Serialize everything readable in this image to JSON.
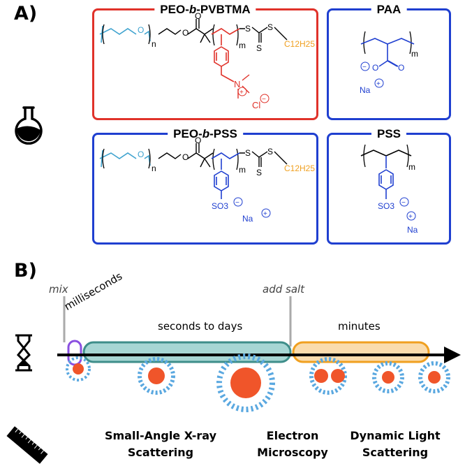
{
  "panel_a_label": "A)",
  "panel_b_label": "B)",
  "boxes": {
    "peo_pvbtma": {
      "title_parts": [
        "PEO-",
        "b",
        "-PVBTMA"
      ],
      "labels": {
        "o": "O",
        "n": "n",
        "m": "m",
        "s": "S",
        "c12h25": "C12H25",
        "n_plus": "N",
        "plus": "+",
        "cl": "Cl",
        "minus": "−"
      }
    },
    "paa": {
      "title": "PAA",
      "labels": {
        "m": "m",
        "o": "O",
        "na": "Na",
        "plus": "+",
        "minus": "−"
      }
    },
    "peo_pss": {
      "title_parts": [
        "PEO-",
        "b",
        "-PSS"
      ],
      "labels": {
        "o": "O",
        "n": "n",
        "m": "m",
        "s": "S",
        "c12h25": "C12H25",
        "so3": "SO3",
        "na": "Na",
        "plus": "+",
        "minus": "−"
      }
    },
    "pss": {
      "title": "PSS",
      "labels": {
        "m": "m",
        "so3": "SO3",
        "na": "Na",
        "plus": "+",
        "minus": "−"
      }
    }
  },
  "timeline": {
    "mix_label": "mix",
    "milliseconds_label": "milliseconds",
    "add_salt_label": "add salt",
    "seconds_to_days_label": "seconds to days",
    "minutes_label": "minutes"
  },
  "techniques": {
    "saxs_line1": "Small-Angle X-ray",
    "saxs_line2": "Scattering",
    "em_line1": "Electron",
    "em_line2": "Microscopy",
    "dls_line1": "Dynamic Light",
    "dls_line2": "Scattering"
  },
  "colors": {
    "red_box": "#e0322a",
    "blue_box": "#1f3fd0",
    "peo_cyan": "#3fa3cf",
    "alkyl_orange": "#f0a020",
    "teal_fill": "#5fb5b0",
    "orange_fill": "#f6c06a",
    "purple": "#8a4fe0",
    "core_orange": "#f0552a",
    "corona_blue": "#5aa8e0"
  },
  "icons": [
    "flask-icon",
    "hourglass-icon",
    "ruler-icon"
  ]
}
